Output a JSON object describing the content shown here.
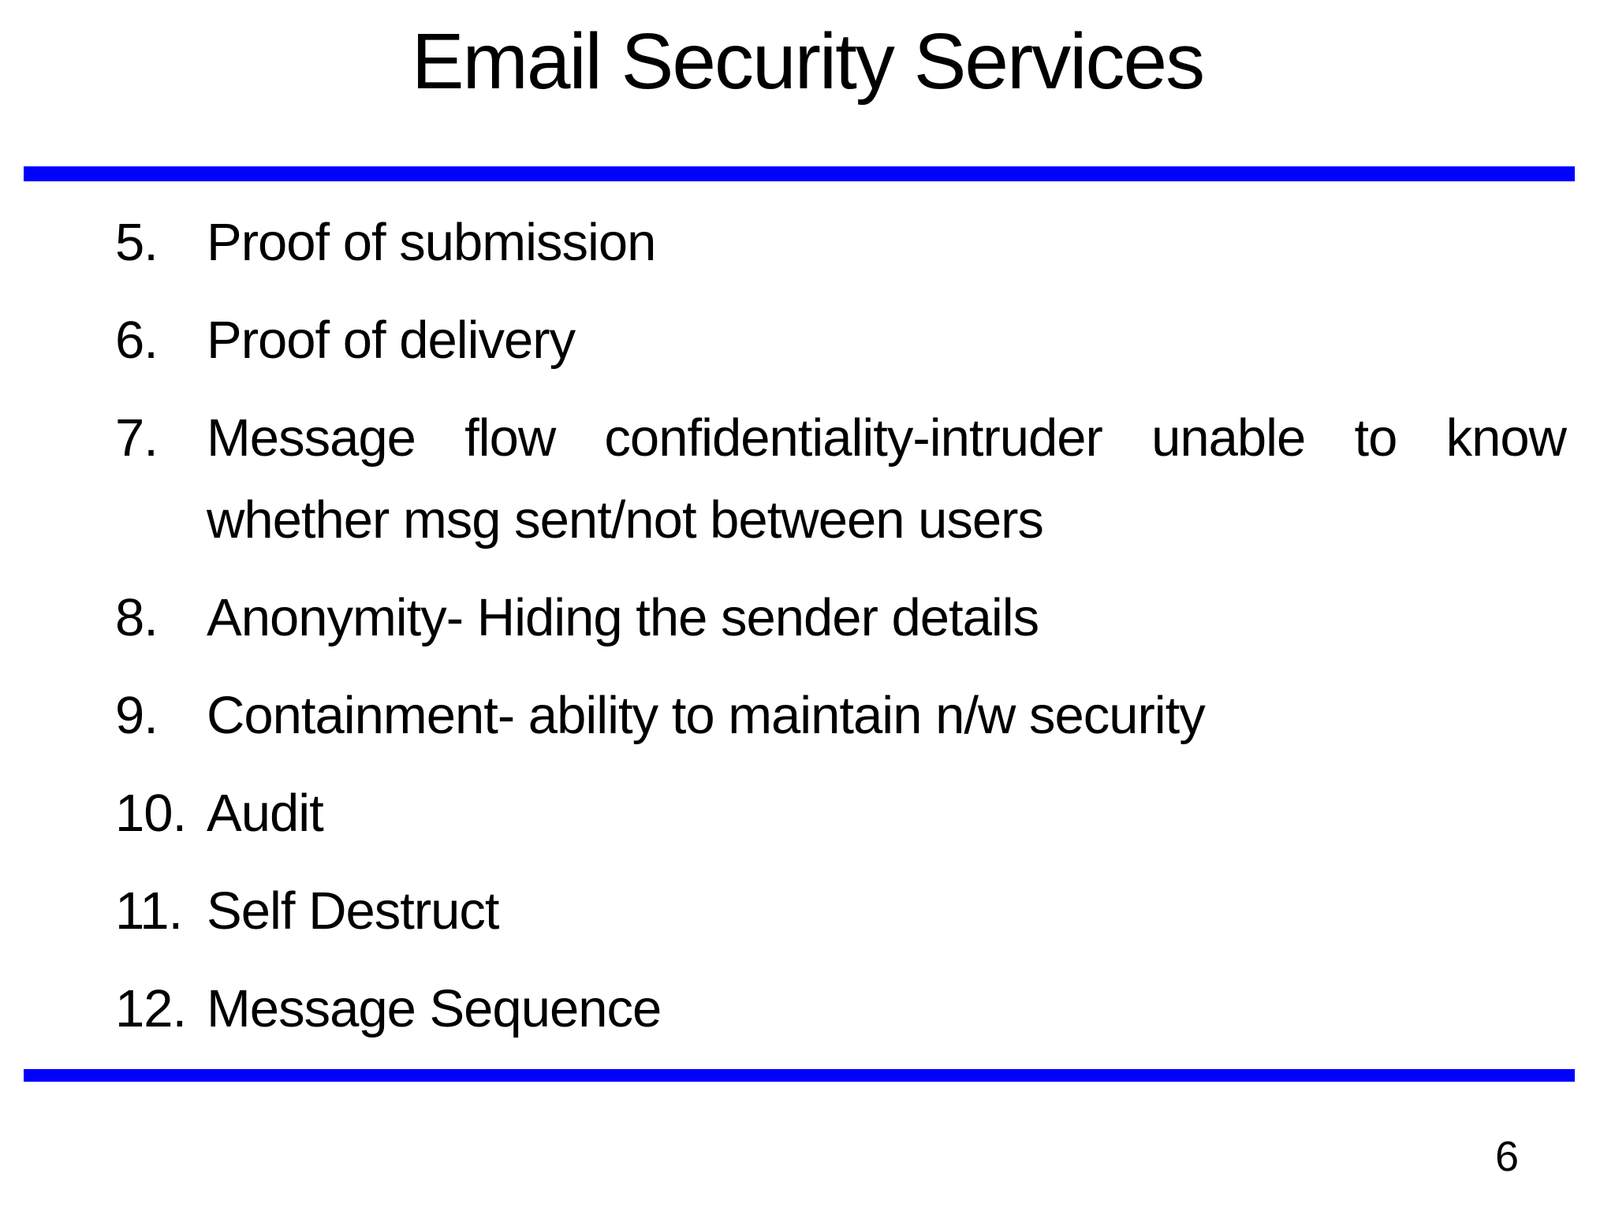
{
  "slide": {
    "title": "Email Security Services",
    "page_number": "6",
    "accent_color": "#0101fe",
    "list": {
      "items": [
        {
          "number": "5.",
          "text": "Proof of submission"
        },
        {
          "number": "6.",
          "text": "Proof of delivery"
        },
        {
          "number": "7.",
          "text": "Message flow confidentiality-intruder unable to know whether msg sent/not between users"
        },
        {
          "number": "8.",
          "text": "Anonymity- Hiding the sender details"
        },
        {
          "number": "9.",
          "text": "Containment- ability to maintain n/w security"
        },
        {
          "number": "10.",
          "text": "Audit"
        },
        {
          "number": "11.",
          "text": "Self Destruct"
        },
        {
          "number": "12.",
          "text": "Message Sequence"
        }
      ]
    }
  }
}
